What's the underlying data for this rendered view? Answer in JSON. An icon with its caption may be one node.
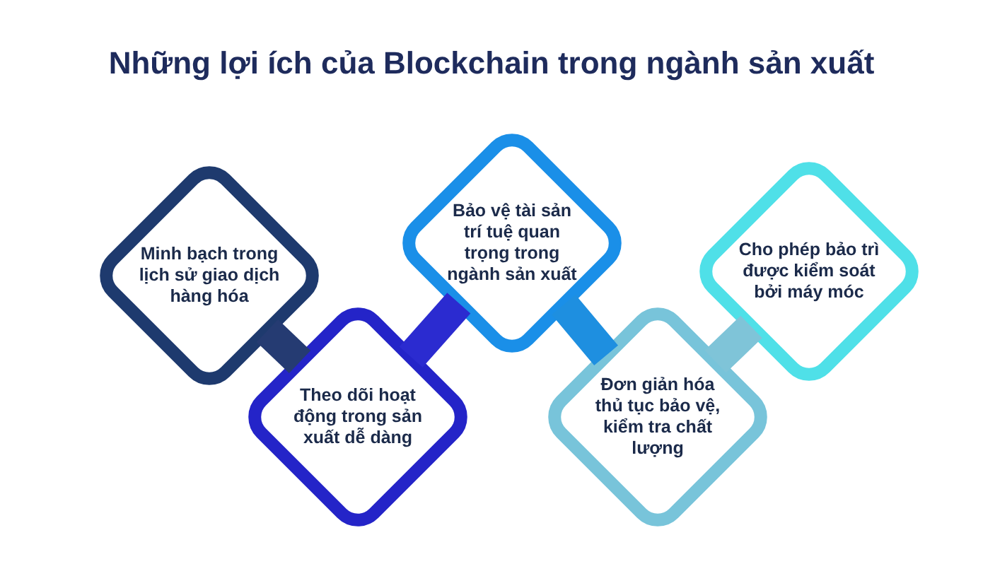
{
  "diagram": {
    "title": "Những lợi ích của Blockchain trong ngành sản xuất",
    "nodes": [
      {
        "text": [
          "Minh bạch trong lịch sử giao dịch hàng hóa"
        ]
      },
      {
        "text": [
          "Theo dõi hoạt động trong sản xuất dễ dàng"
        ]
      },
      {
        "text": [
          "Bảo vệ tài sản trí tuệ quan trọng trong ngành sản xuất"
        ]
      },
      {
        "text": [
          "Đơn giản hóa thủ tục bảo vệ, kiểm tra chất lượng"
        ]
      },
      {
        "text": [
          "Cho phép bảo trì được kiểm soát bởi máy móc"
        ]
      }
    ],
    "edges": [
      {
        "from": 0,
        "to": 1,
        "arrow": "none",
        "color": "#253b72"
      },
      {
        "from": 1,
        "to": 2,
        "arrow": "none",
        "color": "#2b2bd0"
      },
      {
        "from": 2,
        "to": 3,
        "arrow": "none",
        "color": "#1e8fe0"
      },
      {
        "from": 3,
        "to": 4,
        "arrow": "none",
        "color": "#7fc4d8"
      }
    ]
  }
}
